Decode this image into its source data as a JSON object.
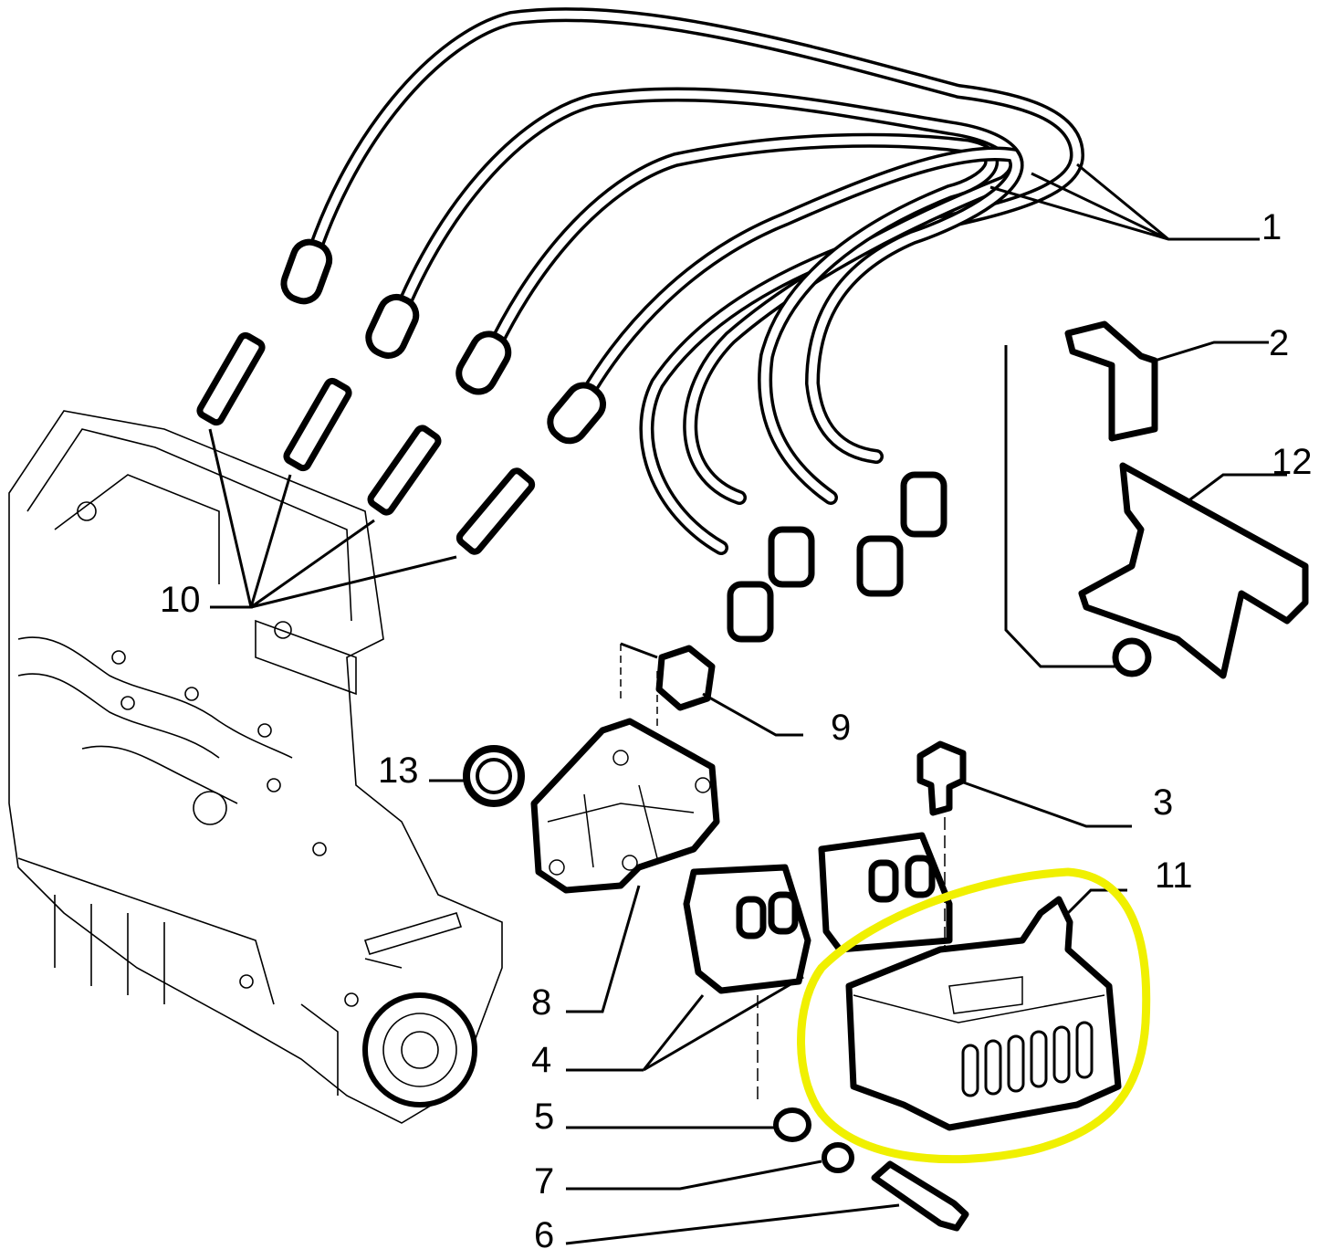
{
  "diagram": {
    "title": "Ignition system exploded parts view",
    "highlight_color": "#f0f000",
    "highlighted_part": "11",
    "callouts": {
      "c1": "1",
      "c2": "2",
      "c3": "3",
      "c4": "4",
      "c5": "5",
      "c6": "6",
      "c7": "7",
      "c8": "8",
      "c9": "9",
      "c10": "10",
      "c11": "11",
      "c12": "12",
      "c13": "13"
    }
  }
}
